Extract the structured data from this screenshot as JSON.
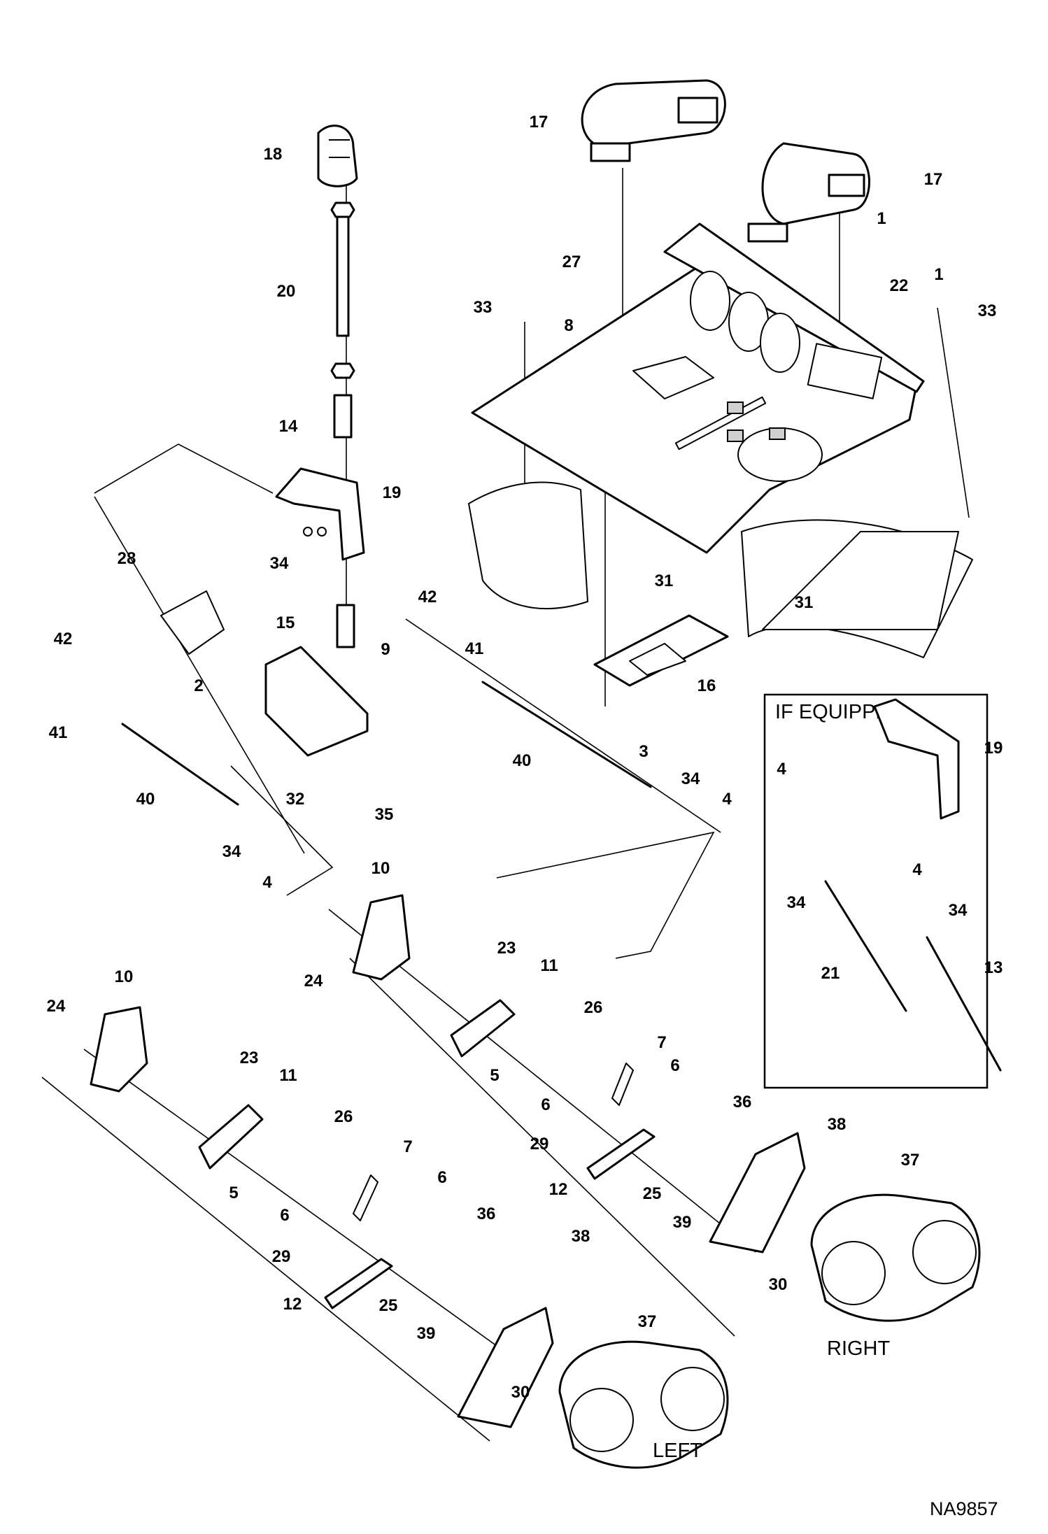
{
  "callouts": [
    "1",
    "1",
    "2",
    "3",
    "4",
    "4",
    "4",
    "4",
    "5",
    "5",
    "6",
    "6",
    "6",
    "6",
    "7",
    "7",
    "8",
    "9",
    "10",
    "10",
    "11",
    "11",
    "12",
    "12",
    "13",
    "14",
    "15",
    "16",
    "17",
    "17",
    "18",
    "19",
    "19",
    "20",
    "21",
    "22",
    "23",
    "23",
    "24",
    "24",
    "25",
    "25",
    "26",
    "26",
    "27",
    "28",
    "29",
    "29",
    "30",
    "30",
    "31",
    "31",
    "32",
    "33",
    "33",
    "34",
    "34",
    "34",
    "34",
    "34",
    "35",
    "36",
    "36",
    "37",
    "37",
    "38",
    "38",
    "39",
    "39",
    "40",
    "40",
    "41",
    "41",
    "42",
    "42"
  ],
  "inset": {
    "title": "IF EQUIPPED"
  },
  "labels": {
    "left": "LEFT",
    "right": "RIGHT"
  },
  "drawing_id": "NA9857"
}
